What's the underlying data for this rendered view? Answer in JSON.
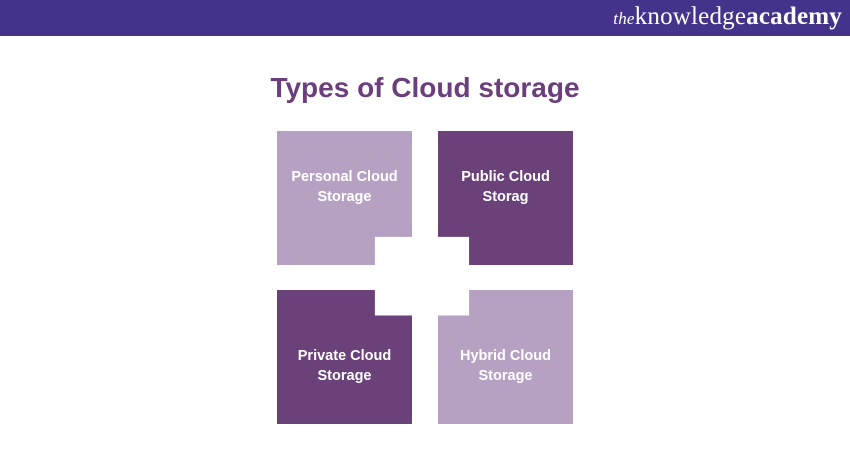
{
  "header": {
    "logo": {
      "the": "the",
      "knowledge": "knowledge",
      "academy": "academy"
    }
  },
  "title": "Types of Cloud storage",
  "tiles": [
    {
      "line1": "Personal Cloud",
      "line2": "Storage"
    },
    {
      "line1": "Public Cloud",
      "line2": "Storag"
    },
    {
      "line1": "Private Cloud",
      "line2": "Storage"
    },
    {
      "line1": "Hybrid Cloud",
      "line2": "Storage"
    }
  ],
  "colors": {
    "header": "#45338b",
    "title": "#6b3f7c",
    "light": "#b7a1c3",
    "dark": "#6a4179"
  }
}
